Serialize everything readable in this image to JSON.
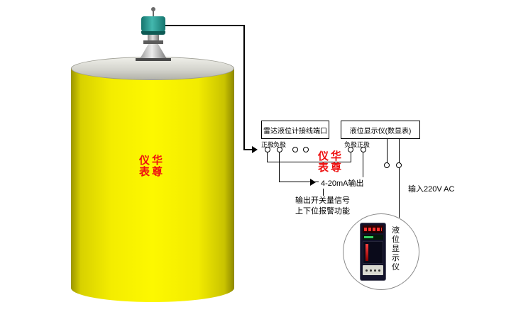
{
  "colors": {
    "tank_yellow": "#f6ef00",
    "sensor_teal": "#2f9e96",
    "watermark_red": "#ee1111",
    "wire_black": "#000000"
  },
  "watermark": {
    "line1": "仪华",
    "line2": "表尊"
  },
  "radar_box": {
    "title": "雷达液位计接线端口",
    "terminals": [
      "正极",
      "负极"
    ]
  },
  "display_box": {
    "title": "液位显示仪(数显表)",
    "terminals": [
      "负极",
      "正极"
    ]
  },
  "labels": {
    "output_4_20mA": "4-20mA输出",
    "input_220v": "输入220V AC",
    "switch_signal_line1": "输出开关量信号",
    "switch_signal_line2": "上下位报警功能"
  },
  "callout": {
    "instrument_label_chars": [
      "液",
      "位",
      "显",
      "示",
      "仪"
    ]
  }
}
